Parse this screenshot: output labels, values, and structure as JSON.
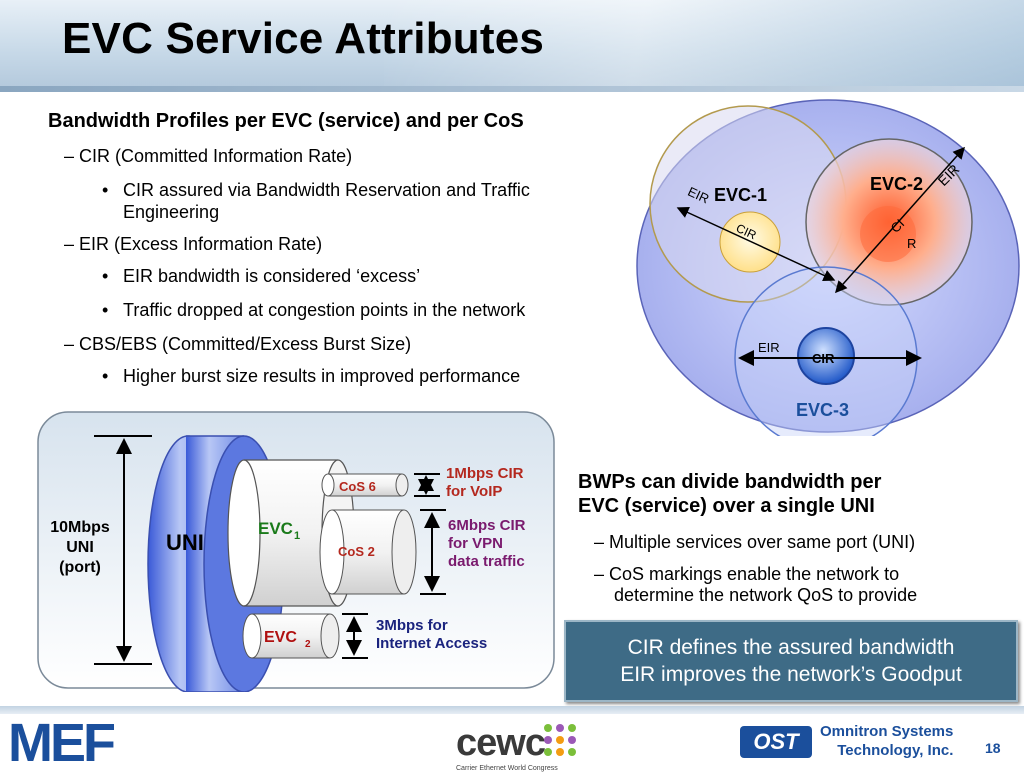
{
  "slide": {
    "title": "EVC Service Attributes",
    "page_number": "18"
  },
  "bullets": {
    "heading": "Bandwidth Profiles per EVC (service) and per CoS",
    "cir_item": "– CIR (Committed Information Rate)",
    "cir_sub_line1": "CIR assured via Bandwidth Reservation and Traffic",
    "cir_sub_line2": "Engineering",
    "eir_item": "– EIR (Excess Information Rate)",
    "eir_sub1": "EIR bandwidth is considered ‘excess’",
    "eir_sub2": "Traffic dropped at congestion points in the network",
    "cbs_item": "– CBS/EBS (Committed/Excess Burst Size)",
    "cbs_sub1": "Higher burst size results in improved performance"
  },
  "venn": {
    "evc1_label": "EVC-1",
    "evc2_label": "EVC-2",
    "evc3_label": "EVC-3",
    "eir": "EIR",
    "cir": "CIR",
    "cl": "CI",
    "r": "R"
  },
  "uni_diagram": {
    "port_label_line1": "10Mbps",
    "port_label_line2": "UNI",
    "port_label_line3": "(port)",
    "uni": "UNI",
    "evc1": "EVC",
    "evc1_sub": "1",
    "evc2": "EVC",
    "evc2_sub": "2",
    "cos6": "CoS 6",
    "cos2": "CoS 2",
    "voip_line1": "1Mbps CIR",
    "voip_line2": "for VoIP",
    "vpn_line1": "6Mbps CIR",
    "vpn_line2": "for VPN",
    "vpn_line3": "data traffic",
    "inet_line1": "3Mbps for",
    "inet_line2": "Internet Access"
  },
  "right_text": {
    "heading_line1": "BWPs can divide bandwidth per",
    "heading_line2": "EVC (service) over a single UNI",
    "item1": "– Multiple services over same port (UNI)",
    "item2_line1": "– CoS markings enable the network to",
    "item2_line2": "determine the network QoS to provide"
  },
  "callout": {
    "line1": "CIR defines the assured bandwidth",
    "line2": "EIR improves the network’s Goodput"
  },
  "footer": {
    "mef": "MEF",
    "cewc": "cewc",
    "cewc_sub": "Carrier Ethernet World Congress",
    "omni_logo": "OST",
    "omni_line1": "Omnitron Systems",
    "omni_line2": "Technology, Inc."
  },
  "colors": {
    "accent_blue": "#1b4f9c",
    "evc_green": "#1a7a1a",
    "evc2_red": "#b01010",
    "label_red": "#b4281e",
    "label_purple": "#7a1a6e",
    "label_navy": "#1a237e",
    "callout_bg": "#3e6b86"
  }
}
